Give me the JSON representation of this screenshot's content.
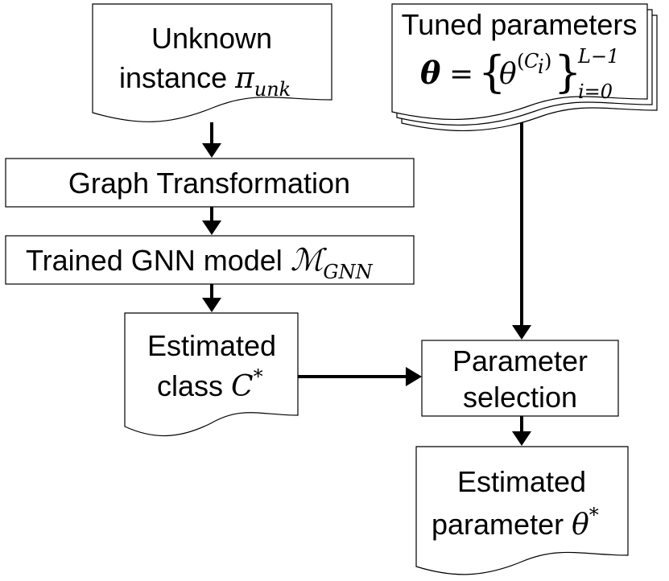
{
  "nodes": {
    "unknown_instance": {
      "line1": "Unknown",
      "line2_text": "instance ",
      "math_symbol": "π",
      "math_sub": "unk"
    },
    "graph_transformation": {
      "label": "Graph Transformation"
    },
    "trained_gnn": {
      "label_text": "Trained GNN model ",
      "math_symbol": "ℳ",
      "math_sub": "GNN"
    },
    "estimated_class": {
      "line1": "Estimated",
      "line2_text": "class ",
      "math_symbol": "C",
      "math_sup": "*"
    },
    "tuned_parameters": {
      "line1": "Tuned parameters",
      "theta_bold": "θ",
      "equals": "=",
      "brace_open": "{",
      "theta": "θ",
      "sup_open": "(",
      "sup_var": "C",
      "sup_sub": "i",
      "sup_close": ")",
      "brace_close": "}",
      "upper_limit": "L−1",
      "lower_limit": "i=0"
    },
    "parameter_selection": {
      "line1": "Parameter",
      "line2": "selection"
    },
    "estimated_parameter": {
      "line1": "Estimated",
      "line2_text": "parameter ",
      "math_symbol": "θ",
      "math_sup": "*"
    }
  }
}
